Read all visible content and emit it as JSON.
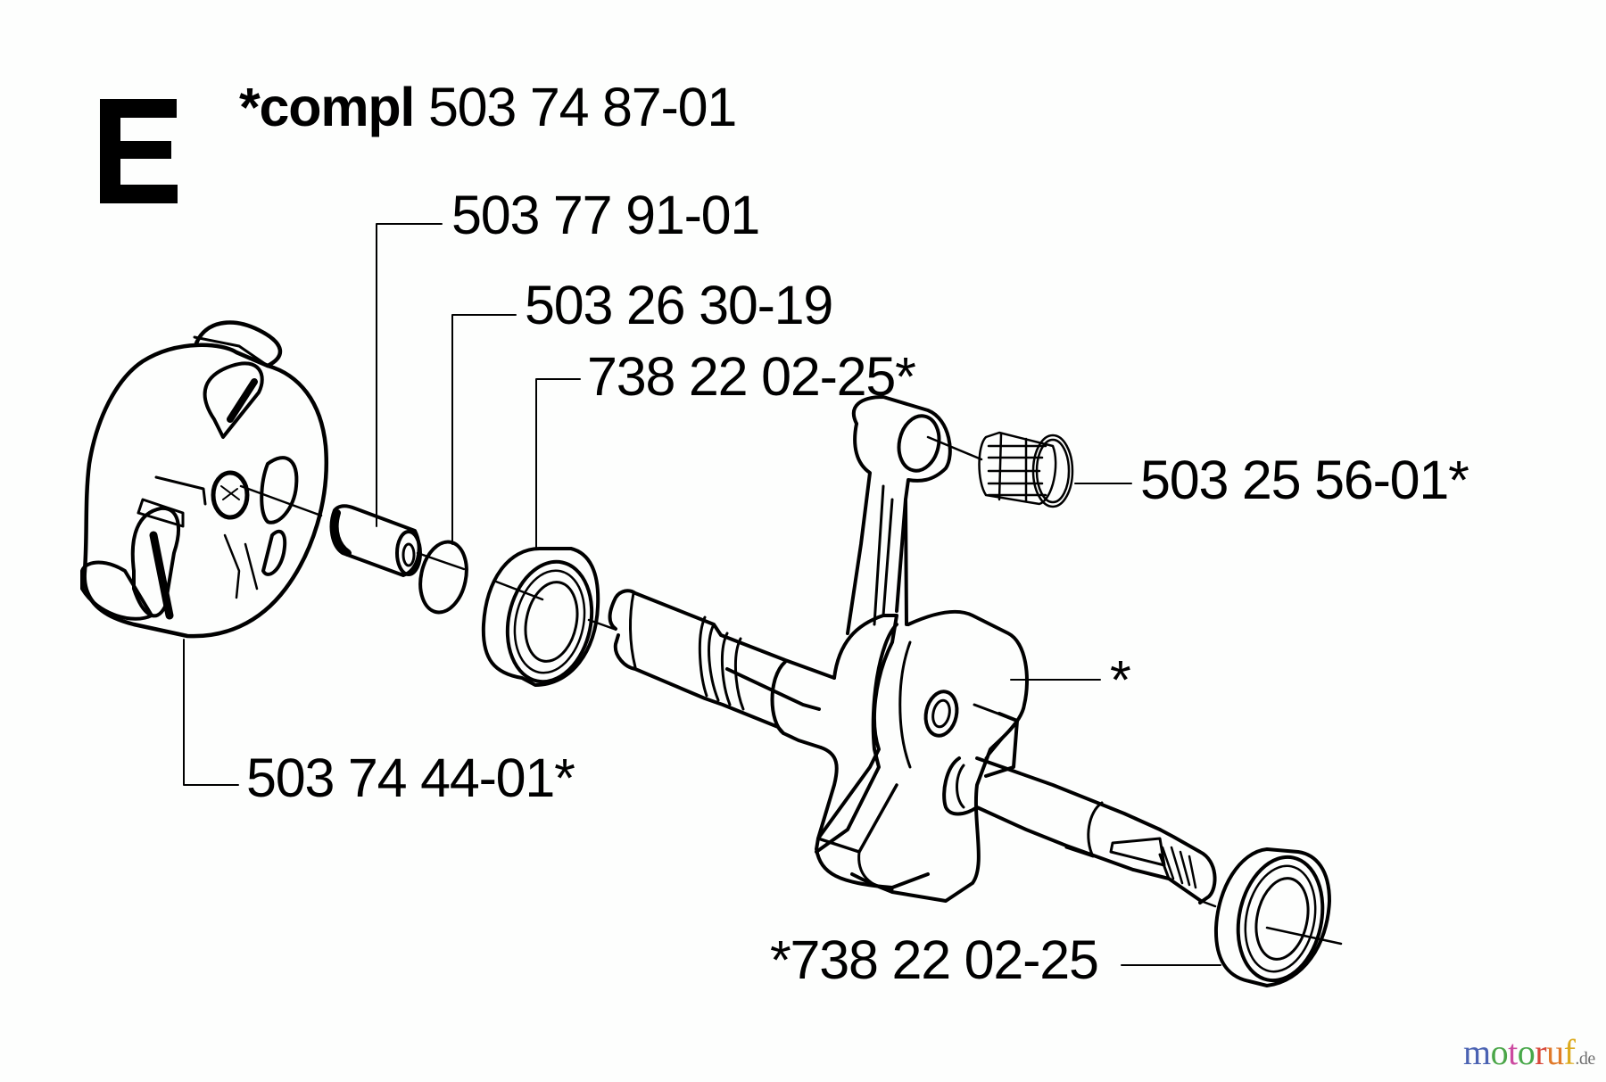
{
  "section": {
    "letter": "E",
    "assembly_prefix": "*compl",
    "assembly_part_number": "503 74 87-01"
  },
  "parts": [
    {
      "id": "clutch-drum-bushing",
      "label": "503 77 91-01"
    },
    {
      "id": "o-ring",
      "label": "503 26 30-19"
    },
    {
      "id": "ball-bearing-clutch-side",
      "label": "738 22 02-25*"
    },
    {
      "id": "needle-bearing",
      "label": "503 25 56-01*"
    },
    {
      "id": "clutch-assembly",
      "label": "503 74 44-01*"
    },
    {
      "id": "crankshaft",
      "label": "*"
    },
    {
      "id": "ball-bearing-flywheel-side",
      "label": "*738 22 02-25"
    }
  ],
  "watermark": {
    "letters": [
      {
        "char": "m",
        "color": "#4a62b2"
      },
      {
        "char": "o",
        "color": "#4aa648"
      },
      {
        "char": "t",
        "color": "#cc4aa0"
      },
      {
        "char": "o",
        "color": "#48a84a"
      },
      {
        "char": "r",
        "color": "#d8483a"
      },
      {
        "char": "u",
        "color": "#e07a2a"
      },
      {
        "char": "f",
        "color": "#dcaa1e"
      }
    ],
    "tld": ".de"
  }
}
